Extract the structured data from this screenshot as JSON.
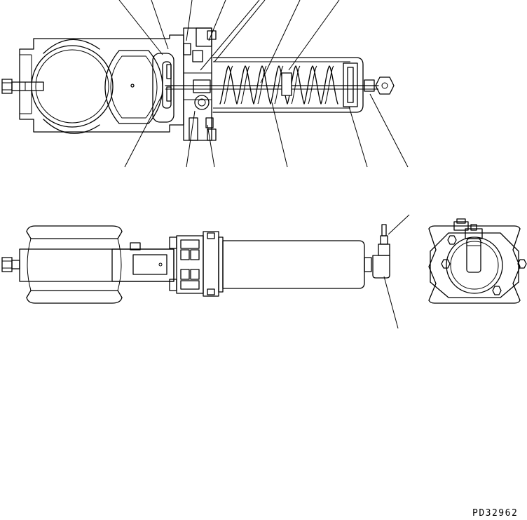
{
  "drawing": {
    "figure_code": "PD32962",
    "views": [
      "top-view",
      "side-view",
      "end-view"
    ],
    "line_color": "#000000",
    "background": "#ffffff"
  }
}
